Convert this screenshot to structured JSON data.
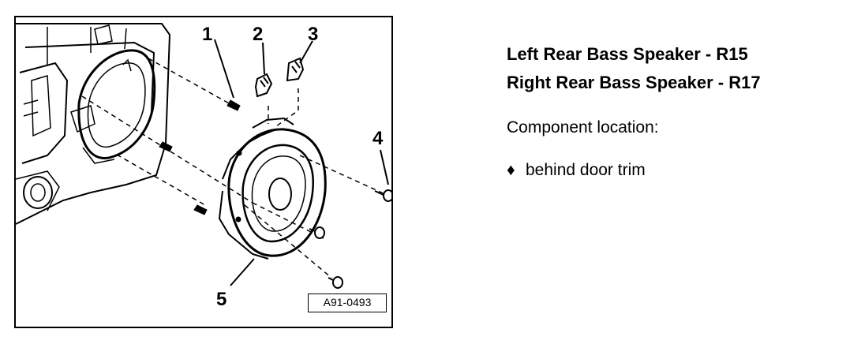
{
  "figure": {
    "callouts": [
      "1",
      "2",
      "3",
      "4",
      "5"
    ],
    "reference_code": "A91-0493"
  },
  "text": {
    "title_line_1": "Left Rear Bass Speaker - R15",
    "title_line_2": "Right Rear Bass Speaker  - R17",
    "location_heading": "Component location:",
    "location_bullet": "♦",
    "location_item": "behind door trim"
  }
}
